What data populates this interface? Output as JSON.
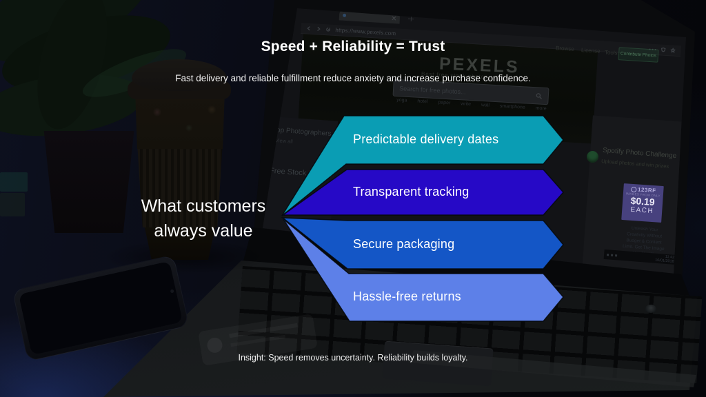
{
  "slide": {
    "title": "Speed + Reliability = Trust",
    "subtitle": "Fast delivery and reliable fulfillment reduce anxiety and increase purchase confidence.",
    "insight": "Insight: Speed removes uncertainty. Reliability builds loyalty.",
    "text_color": "#ffffff"
  },
  "diagram": {
    "type": "fan-arrow-list",
    "source_label": {
      "line1": "What customers",
      "line2": "always value"
    },
    "items": [
      {
        "label": "Predictable delivery dates",
        "color": "#0a9db4"
      },
      {
        "label": "Transparent tracking",
        "color": "#2609c6"
      },
      {
        "label": "Secure packaging",
        "color": "#1456c6"
      },
      {
        "label": "Hassle-free returns",
        "color": "#5d80e8"
      }
    ]
  },
  "background": {
    "browser": {
      "url": "https://www.pexels.com",
      "logo": "PEXELS",
      "tagline": "Best free stock photos",
      "search_placeholder": "Search for free photos...",
      "nav": [
        "Browse",
        "License",
        "Tools"
      ],
      "contribute_button": "Contribute Photos",
      "categories": [
        "yoga",
        "hotel",
        "paper",
        "write",
        "wall",
        "smartphone",
        "more"
      ],
      "section_top_photographers": "Top Photographers",
      "section_view_all": "View all",
      "section_free_stock": "Free Stock Photos",
      "challenge_title": "Spotify Photo Challenge",
      "challenge_subtitle": "Upload photos and win prizes",
      "ad": {
        "brand": "123RF",
        "tagline": "IMAGES FROM ONLY",
        "price": "$0.19",
        "unit": "EACH",
        "lines": [
          "Unleash Your",
          "Creativity Without",
          "Budget & Content",
          "Limit. Get The Image",
          "You Need!"
        ]
      },
      "clock_time": "11:42",
      "clock_date": "10/01/2018"
    }
  }
}
